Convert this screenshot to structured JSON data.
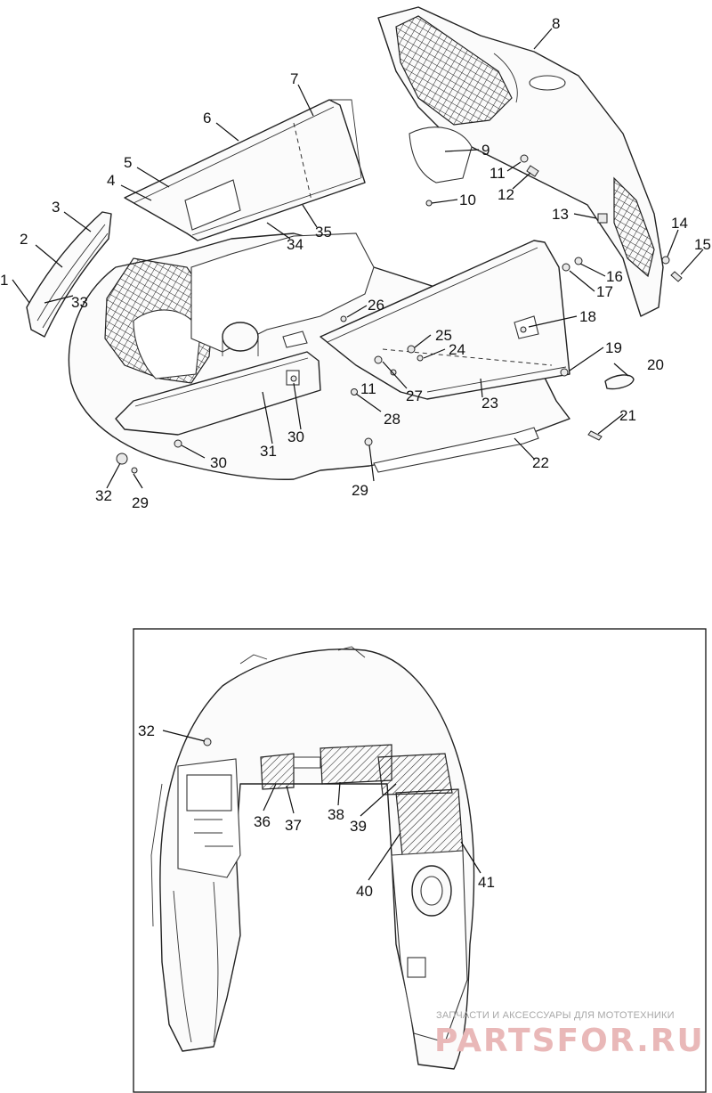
{
  "callouts_top": [
    "1",
    "2",
    "3",
    "4",
    "5",
    "6",
    "7",
    "8",
    "9",
    "10",
    "11",
    "11",
    "12",
    "13",
    "14",
    "15",
    "16",
    "17",
    "18",
    "19",
    "20",
    "21",
    "22",
    "23",
    "24",
    "25",
    "26",
    "27",
    "28",
    "29",
    "29",
    "30",
    "30",
    "31",
    "32",
    "33",
    "34",
    "35"
  ],
  "callouts_inset": [
    "32",
    "36",
    "37",
    "38",
    "39",
    "40",
    "41"
  ],
  "watermark": {
    "tagline": "ЗАПЧАСТИ И АКСЕССУАРЫ ДЛЯ МОТОТЕХНИКИ",
    "brand": "PARTSFOR.RU",
    "color": "#e9b8b8"
  }
}
